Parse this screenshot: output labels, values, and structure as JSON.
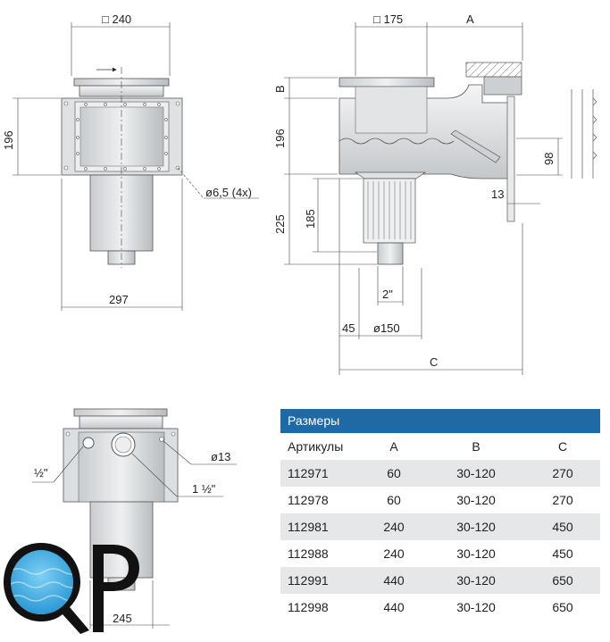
{
  "dimensions": {
    "top_width": "□ 240",
    "top_height": "196",
    "hole_diameter": "ø6,5 (4x)",
    "flange_width": "297",
    "side_square": "□ 175",
    "side_a": "A",
    "side_b": "B",
    "side_height": "196",
    "side_lower": "225",
    "side_basket": "185",
    "side_water": "98",
    "side_thickness": "13",
    "pipe_size": "2\"",
    "offset": "45",
    "basket_diameter": "ø150",
    "total_c": "C",
    "back_small_port": "½\"",
    "back_large_port": "1 ½\"",
    "back_hole": "ø13",
    "back_width": "245"
  },
  "table": {
    "title": "Размеры",
    "headers": [
      "Артикулы",
      "A",
      "B",
      "C"
    ],
    "rows": [
      [
        "112971",
        "60",
        "30-120",
        "270"
      ],
      [
        "112978",
        "60",
        "30-120",
        "270"
      ],
      [
        "112981",
        "240",
        "30-120",
        "450"
      ],
      [
        "112988",
        "240",
        "30-120",
        "450"
      ],
      [
        "112991",
        "440",
        "30-120",
        "650"
      ],
      [
        "112998",
        "440",
        "30-120",
        "650"
      ]
    ]
  },
  "logo": {
    "text": "QP",
    "water_color": "#1d8fd0"
  }
}
